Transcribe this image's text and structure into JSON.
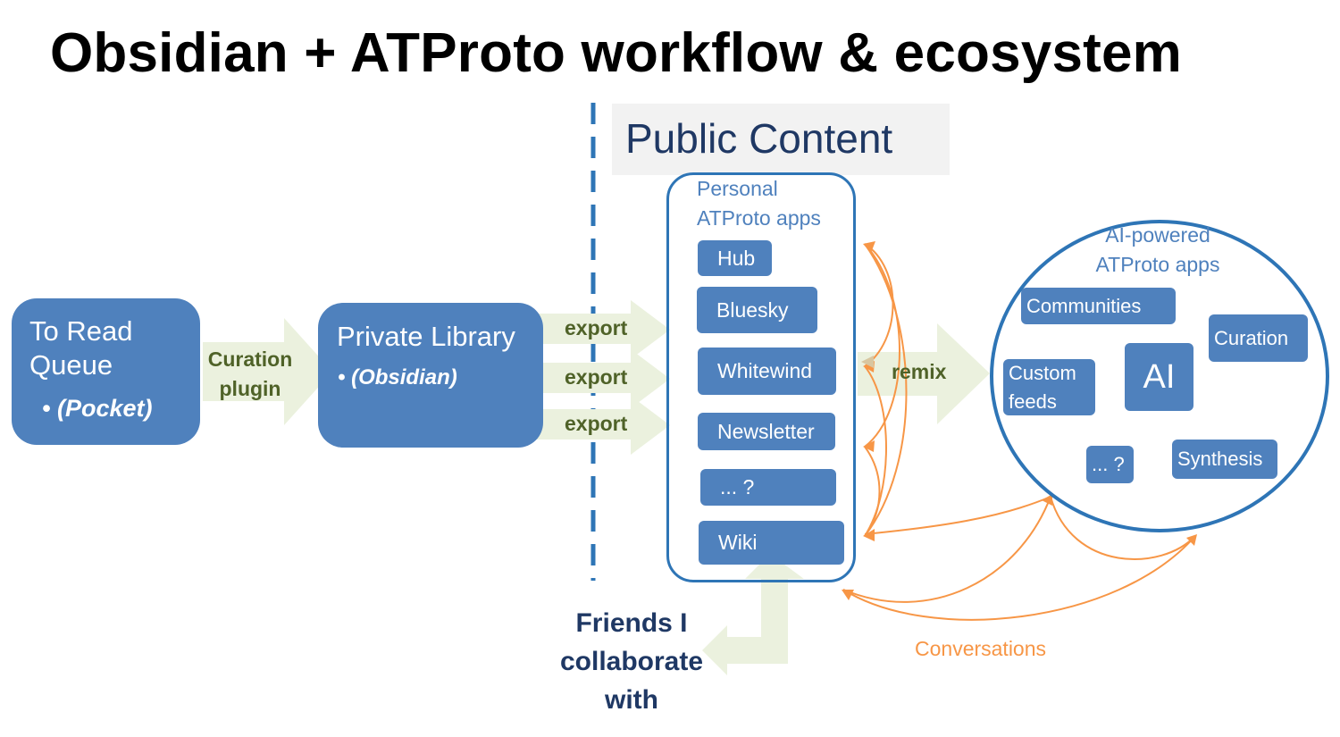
{
  "title": "Obsidian + ATProto workflow & ecosystem",
  "public_content": "Public Content",
  "to_read": {
    "label": "To Read Queue",
    "sub": "(Pocket)"
  },
  "curation_plugin": {
    "line1": "Curation",
    "line2": "plugin"
  },
  "private_library": {
    "label": "Private Library",
    "sub": "(Obsidian)"
  },
  "export_label": "export",
  "personal_apps": {
    "title_line1": "Personal",
    "title_line2": "ATProto apps",
    "items": [
      "Hub",
      "Bluesky",
      "Whitewind",
      "Newsletter",
      "... ?",
      "Wiki"
    ]
  },
  "remix_label": "remix",
  "ai_apps": {
    "title_line1": "AI-powered",
    "title_line2": "ATProto apps",
    "items": [
      "Communities",
      "Curation",
      "Custom feeds",
      "AI",
      "... ?",
      "Synthesis"
    ]
  },
  "friends": {
    "line1": "Friends I",
    "line2": "collaborate",
    "line3": "with"
  },
  "conversations": "Conversations",
  "colors": {
    "box_blue": "#4f81bd",
    "frame_blue": "#2e75b6",
    "arrow_green": "#ebf1de",
    "arrow_text": "#4f6228",
    "orange": "#f79646",
    "dark_blue": "#1f3864"
  }
}
